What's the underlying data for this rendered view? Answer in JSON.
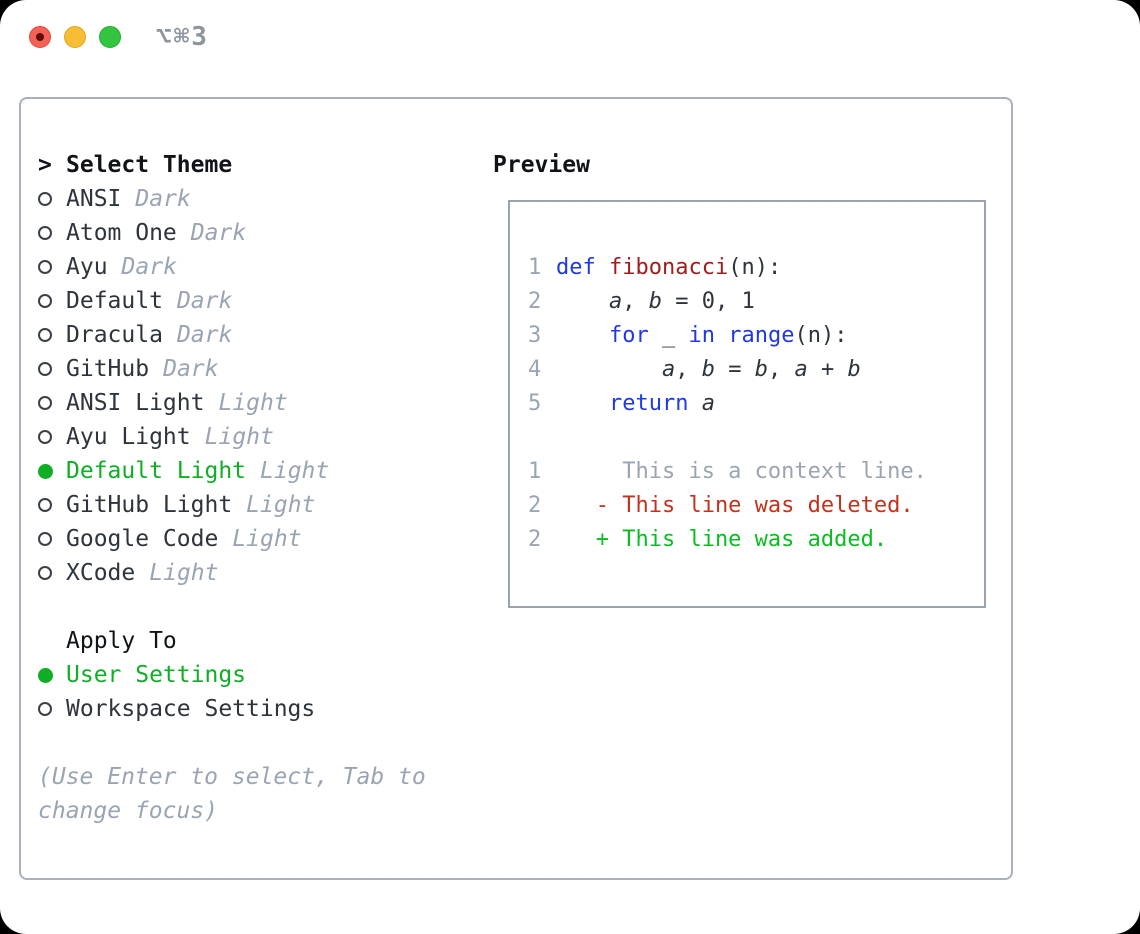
{
  "window": {
    "title": "⌥⌘3"
  },
  "colors": {
    "accent-green": "#0fae24",
    "added-green": "#0abe20",
    "deleted-red": "#c2321c",
    "keyword-blue": "#2139e0",
    "function-red": "#a31d1d",
    "muted-gray": "#9aa4b2",
    "text-dark": "#2e343b",
    "heading-black": "#101418",
    "panel-border": "#a9b0ba",
    "box-border": "#9aa2ab"
  },
  "sidebar": {
    "prompt": ">",
    "title": "Select Theme",
    "themes": [
      {
        "name": "ANSI",
        "variant": "Dark",
        "selected": false
      },
      {
        "name": "Atom One",
        "variant": "Dark",
        "selected": false
      },
      {
        "name": "Ayu",
        "variant": "Dark",
        "selected": false
      },
      {
        "name": "Default",
        "variant": "Dark",
        "selected": false
      },
      {
        "name": "Dracula",
        "variant": "Dark",
        "selected": false
      },
      {
        "name": "GitHub",
        "variant": "Dark",
        "selected": false
      },
      {
        "name": "ANSI Light",
        "variant": "Light",
        "selected": false
      },
      {
        "name": "Ayu Light",
        "variant": "Light",
        "selected": false
      },
      {
        "name": "Default Light",
        "variant": "Light",
        "selected": true
      },
      {
        "name": "GitHub Light",
        "variant": "Light",
        "selected": false
      },
      {
        "name": "Google Code",
        "variant": "Light",
        "selected": false
      },
      {
        "name": "XCode",
        "variant": "Light",
        "selected": false
      }
    ],
    "apply_to": {
      "title": "Apply To",
      "options": [
        {
          "name": "User Settings",
          "selected": true
        },
        {
          "name": "Workspace Settings",
          "selected": false
        }
      ]
    },
    "hint": "(Use Enter to select, Tab to change focus)"
  },
  "preview": {
    "title": "Preview",
    "lines": [
      {
        "num": "1",
        "segments": [
          {
            "t": "def",
            "s": "kw"
          },
          {
            "t": " ",
            "s": "plain"
          },
          {
            "t": "fibonacci",
            "s": "fn"
          },
          {
            "t": "(n):",
            "s": "plain"
          }
        ]
      },
      {
        "num": "2",
        "segments": [
          {
            "t": "    ",
            "s": "plain"
          },
          {
            "t": "a",
            "s": "var"
          },
          {
            "t": ", ",
            "s": "plain"
          },
          {
            "t": "b",
            "s": "var"
          },
          {
            "t": " = 0, 1",
            "s": "plain"
          }
        ]
      },
      {
        "num": "3",
        "segments": [
          {
            "t": "    ",
            "s": "plain"
          },
          {
            "t": "for",
            "s": "kw"
          },
          {
            "t": " _ ",
            "s": "plain"
          },
          {
            "t": "in",
            "s": "kw"
          },
          {
            "t": " ",
            "s": "plain"
          },
          {
            "t": "range",
            "s": "kw"
          },
          {
            "t": "(n):",
            "s": "plain"
          }
        ]
      },
      {
        "num": "4",
        "segments": [
          {
            "t": "        ",
            "s": "plain"
          },
          {
            "t": "a",
            "s": "var"
          },
          {
            "t": ", ",
            "s": "plain"
          },
          {
            "t": "b",
            "s": "var"
          },
          {
            "t": " = ",
            "s": "plain"
          },
          {
            "t": "b",
            "s": "var"
          },
          {
            "t": ", ",
            "s": "plain"
          },
          {
            "t": "a",
            "s": "var"
          },
          {
            "t": " + ",
            "s": "plain"
          },
          {
            "t": "b",
            "s": "var"
          }
        ]
      },
      {
        "num": "5",
        "segments": [
          {
            "t": "    ",
            "s": "plain"
          },
          {
            "t": "return",
            "s": "kw"
          },
          {
            "t": " ",
            "s": "plain"
          },
          {
            "t": "a",
            "s": "var"
          }
        ]
      },
      {
        "num": "",
        "segments": []
      },
      {
        "num": "1",
        "segments": [
          {
            "t": "     This is a context line.",
            "s": "context"
          }
        ]
      },
      {
        "num": "2",
        "segments": [
          {
            "t": "   - This line was deleted.",
            "s": "deleted"
          }
        ]
      },
      {
        "num": "2",
        "segments": [
          {
            "t": "   + This line was added.",
            "s": "added"
          }
        ]
      }
    ]
  }
}
